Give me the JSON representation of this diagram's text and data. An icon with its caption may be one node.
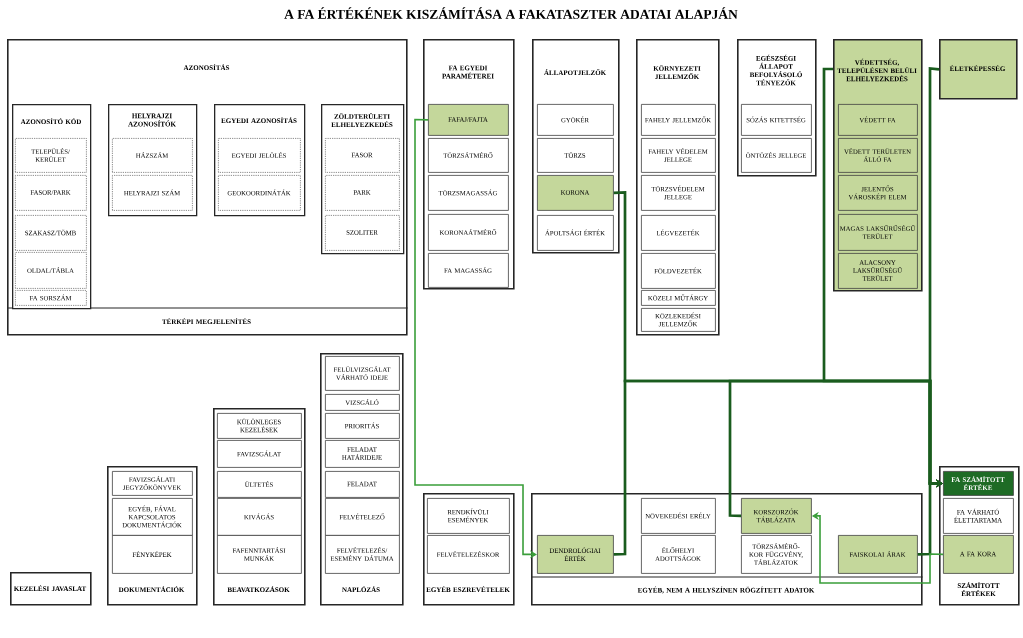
{
  "diagram": {
    "title": "A FA ÉRTÉKÉNEK KISZÁMÍTÁSA A FAKATASZTER ADATAI ALAPJÁN",
    "nodes": [
      {
        "text": [
          "AZONOSÍTÁS",
          "TÉRKÉPI MEGJELENÍTÉS"
        ]
      },
      {
        "text": [
          "AZONOSÍTÓ KÓD"
        ],
        "in": 0
      },
      {
        "text": [
          "TELEPÜLÉS/ KERÜLET"
        ],
        "in": 1
      },
      {
        "text": [
          "FASOR/PARK"
        ],
        "in": 1
      },
      {
        "text": [
          "SZAKASZ/TÖMB"
        ],
        "in": 1
      },
      {
        "text": [
          "OLDAL/TÁBLA"
        ],
        "in": 1
      },
      {
        "text": [
          "FA SORSZÁM"
        ],
        "in": 1
      },
      {
        "text": [
          "HELYRAJZI AZONOSÍTÓK"
        ],
        "in": 0
      },
      {
        "text": [
          "HÁZSZÁM"
        ],
        "in": 7
      },
      {
        "text": [
          "HELYRAJZI SZÁM"
        ],
        "in": 7
      },
      {
        "text": [
          "EGYEDI AZONOSÍTÁS"
        ],
        "in": 0
      },
      {
        "text": [
          "EGYEDI JELÖLÉS"
        ],
        "in": 10
      },
      {
        "text": [
          "GEOKOORDINÁTÁK"
        ],
        "in": 10
      },
      {
        "text": [
          "ZÖLDTERÜLETI ELHELYEZKEDÉS"
        ],
        "in": 0
      },
      {
        "text": [
          "FASOR"
        ],
        "in": 13
      },
      {
        "text": [
          "PARK"
        ],
        "in": 13
      },
      {
        "text": [
          "SZOLITER"
        ],
        "in": 13
      },
      {
        "text": [
          "FA EGYEDI PARAMÉTEREI"
        ]
      },
      {
        "text": [
          "FAFAJ/FAJTA"
        ],
        "in": 17
      },
      {
        "text": [
          "TÖRZSÁTMÉRŐ"
        ],
        "in": 17
      },
      {
        "text": [
          "TÖRZSMAGASSÁG"
        ],
        "in": 17
      },
      {
        "text": [
          "KORONAÁTMÉRŐ"
        ],
        "in": 17
      },
      {
        "text": [
          "FA MAGASSÁG"
        ],
        "in": 17
      },
      {
        "text": [
          "ÁLLAPOTJELZŐK"
        ]
      },
      {
        "text": [
          "GYÖKÉR"
        ],
        "in": 23
      },
      {
        "text": [
          "TÖRZS"
        ],
        "in": 23
      },
      {
        "text": [
          "KORONA"
        ],
        "in": 23
      },
      {
        "text": [
          "ÁPOLTSÁGI ÉRTÉK"
        ],
        "in": 23
      },
      {
        "text": [
          "KÖRNYEZETI JELLEMZŐK"
        ]
      },
      {
        "text": [
          "FAHELY JELLEMZŐK"
        ],
        "in": 28
      },
      {
        "text": [
          "FAHELY VÉDELEM JELLEGE"
        ],
        "in": 28
      },
      {
        "text": [
          "TÖRZSVÉDELEM JELLEGE"
        ],
        "in": 28
      },
      {
        "text": [
          "LÉGVEZETÉK"
        ],
        "in": 28
      },
      {
        "text": [
          "FÖLDVEZETÉK"
        ],
        "in": 28
      },
      {
        "text": [
          "KÖZELI MŰTÁRGY"
        ],
        "in": 28
      },
      {
        "text": [
          "KÖZLEKEDÉSI JELLEMZŐK"
        ],
        "in": 28
      },
      {
        "text": [
          "EGÉSZSÉGI ÁLLAPOT BEFOLYÁSOLÓ TÉNYEZŐK"
        ]
      },
      {
        "text": [
          "SÓZÁS KITETTSÉG"
        ],
        "in": 36
      },
      {
        "text": [
          "ÖNTÖZÉS JELLEGE"
        ],
        "in": 36
      },
      {
        "text": [
          "VÉDETTSÉG, TELEPÜLÉSEN BELÜLI ELHELYEZKEDÉS"
        ]
      },
      {
        "text": [
          "VÉDETT FA"
        ],
        "in": 39
      },
      {
        "text": [
          "VÉDETT TERÜLETEN ÁLLÓ FA"
        ],
        "in": 39
      },
      {
        "text": [
          "JELENTŐS VÁROSKÉPI ELEM"
        ],
        "in": 39
      },
      {
        "text": [
          "MAGAS LAKSŰRŰSÉGŰ TERÜLET"
        ],
        "in": 39
      },
      {
        "text": [
          "ALACSONY LAKSŰRŰSÉGŰ TERÜLET"
        ],
        "in": 39
      },
      {
        "text": [
          "ÉLETKÉPESSÉG"
        ]
      },
      {
        "text": [
          "KEZELÉSI JAVASLAT"
        ]
      },
      {
        "text": [
          "DOKUMENTÁCIÓK"
        ]
      },
      {
        "text": [
          "FAVIZSGÁLATI JEGYZŐKÖNYVEK"
        ],
        "in": 47
      },
      {
        "text": [
          "EGYÉB, FÁVAL KAPCSOLATOS DOKUMENTÁCIÓK"
        ],
        "in": 47
      },
      {
        "text": [
          "FÉNYKÉPEK"
        ],
        "in": 47
      },
      {
        "text": [
          "BEAVATKOZÁSOK"
        ]
      },
      {
        "text": [
          "KÜLÖNLEGES KEZELÉSEK"
        ],
        "in": 51
      },
      {
        "text": [
          "FAVIZSGÁLAT"
        ],
        "in": 51
      },
      {
        "text": [
          "ÜLTETÉS"
        ],
        "in": 51
      },
      {
        "text": [
          "KIVÁGÁS"
        ],
        "in": 51
      },
      {
        "text": [
          "FAFENNTARTÁSI MUNKÁK"
        ],
        "in": 51
      },
      {
        "text": [
          "NAPLÓZÁS"
        ]
      },
      {
        "text": [
          "FELÜLVIZSGÁLAT VÁRHATÓ IDEJE"
        ],
        "in": 57
      },
      {
        "text": [
          "VIZSGÁLÓ"
        ],
        "in": 57
      },
      {
        "text": [
          "PRIORITÁS"
        ],
        "in": 57
      },
      {
        "text": [
          "FELADAT HATÁRIDEJE"
        ],
        "in": 57
      },
      {
        "text": [
          "FELADAT"
        ],
        "in": 57
      },
      {
        "text": [
          "FELVÉTELEZŐ"
        ],
        "in": 57
      },
      {
        "text": [
          "FELVÉTELEZÉS/ ESEMÉNY DÁTUMA"
        ],
        "in": 57
      },
      {
        "text": [
          "EGYÉB ESZREVÉTELEK"
        ]
      },
      {
        "text": [
          "RENDKÍVÜLI ESEMÉNYEK"
        ],
        "in": 65
      },
      {
        "text": [
          "FELVÉTELEZÉSKOR"
        ],
        "in": 65
      },
      {
        "text": [
          "EGYÉB, NEM A HELYSZÍNEN RÖGZÍTETT ADATOK"
        ]
      },
      {
        "text": [
          "DENDROLÓGIAI ÉRTÉK"
        ],
        "in": 68
      },
      {
        "text": [
          "NÖVEKEDÉSI ERÉLY"
        ],
        "in": 68
      },
      {
        "text": [
          "ÉLŐHELYI ADOTTSÁGOK"
        ],
        "in": 68
      },
      {
        "text": [
          "KORSZORZÓK TÁBLÁZATA"
        ],
        "in": 68
      },
      {
        "text": [
          "TÖRZSÁMÉRŐ-KOR FÜGGVÉNY, TÁBLÁZATOK"
        ],
        "in": 68
      },
      {
        "text": [
          "FAISKOLAI ÁRAK"
        ],
        "in": 68
      },
      {
        "text": [
          "SZÁMÍTOTT ÉRTÉKEK"
        ]
      },
      {
        "text": [
          "FA SZÁMÍTOTT ÉRTÉKE"
        ],
        "in": 75
      },
      {
        "text": [
          "FA VÁRHATÓ ÉLETTARTAMA"
        ],
        "in": 75
      },
      {
        "text": [
          "A FA KORA"
        ],
        "in": 75
      }
    ],
    "edges": [
      {
        "from": 26,
        "to": 76,
        "arrow": "to"
      },
      {
        "from": 69,
        "to": 76,
        "arrow": "to"
      },
      {
        "from": 39,
        "to": 76,
        "arrow": "to"
      },
      {
        "from": 45,
        "to": 76,
        "arrow": "to"
      },
      {
        "from": 72,
        "to": 76,
        "arrow": "to"
      },
      {
        "from": 74,
        "to": 76,
        "arrow": "to"
      },
      {
        "from": 18,
        "to": 69,
        "arrow": "to",
        "color": "#3a9e3a"
      },
      {
        "from": 78,
        "to": 72,
        "arrow": "to",
        "color": "#3a9e3a"
      }
    ]
  }
}
